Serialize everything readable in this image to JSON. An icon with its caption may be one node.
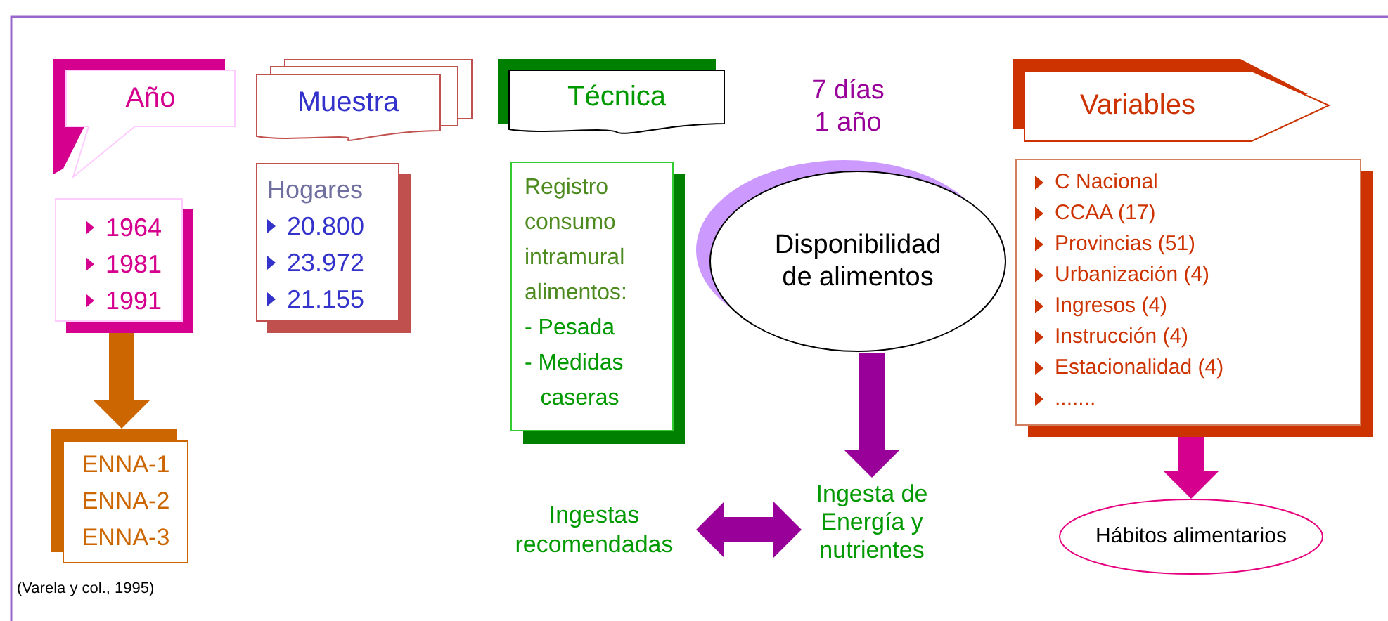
{
  "diagram": {
    "caption": "(Varela y col., 1995)",
    "nodes": [
      {
        "text": [
          "Año"
        ]
      },
      {
        "text": [
          "1964",
          "1981",
          "1991"
        ]
      },
      {
        "text": [
          "ENNA-1",
          "ENNA-2",
          "ENNA-3"
        ]
      },
      {
        "text": [
          "Muestra"
        ]
      },
      {
        "text": [
          "Hogares",
          "20.800",
          "23.972",
          "21.155"
        ]
      },
      {
        "text": [
          "Técnica"
        ]
      },
      {
        "text": [
          "Registro consumo intramural alimentos:",
          "- Pesada",
          "- Medidas caseras"
        ]
      },
      {
        "text": [
          "Disponibilidad de alimentos"
        ]
      },
      {
        "text": [
          "Ingesta de Energía y nutrientes"
        ]
      },
      {
        "text": [
          "Ingestas recomendadas"
        ]
      },
      {
        "text": [
          "Variables"
        ]
      },
      {
        "text": [
          "C Nacional",
          "CCAA (17)",
          "Provincias (51)",
          "Urbanización (4)",
          "Ingresos (4)",
          "Instrucción (4)",
          "Estacionalidad (4)",
          "......."
        ]
      },
      {
        "text": [
          "Hábitos alimentarios"
        ]
      }
    ],
    "edges": [
      {
        "from": 1,
        "to": 2,
        "arrow": "to",
        "color": "#cc6600"
      },
      {
        "from": 7,
        "to": 8,
        "arrow": "to"
      },
      {
        "from": 9,
        "to": 8,
        "arrow": "both"
      },
      {
        "from": 11,
        "to": 12,
        "arrow": "to",
        "color": "#d6008f"
      }
    ],
    "labels": [
      "7 días 1 año"
    ]
  }
}
